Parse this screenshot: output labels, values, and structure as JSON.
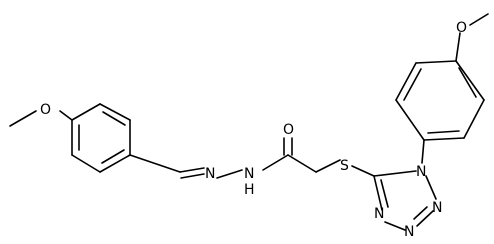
{
  "molecule": {
    "atom_labels": {
      "o_ether_left": "O",
      "o_ether_right": "O",
      "o_carbonyl": "O",
      "n_imine": "N",
      "nh_hydrazide": "N",
      "h_hydrazide": "H",
      "s_thioether": "S",
      "n1_tetrazole": "N",
      "n2_tetrazole": "N",
      "n3_tetrazole": "N",
      "n4_tetrazole": "N"
    }
  }
}
